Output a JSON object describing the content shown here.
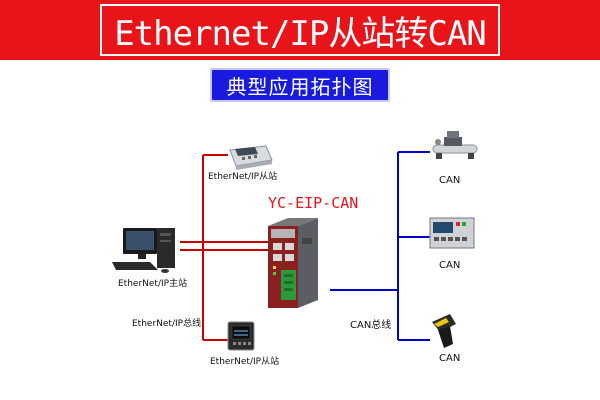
{
  "header": {
    "title": "Ethernet/IP从站转CAN"
  },
  "subtitle": "典型应用拓扑图",
  "device": {
    "name": "YC-EIP-CAN"
  },
  "left_nodes": {
    "slave_top": "EtherNet/IP从站",
    "master": "EtherNet/IP主站",
    "bus": "EtherNet/IP总线",
    "slave_bottom": "EtherNet/IP从站"
  },
  "right_nodes": {
    "can_top": "CAN",
    "can_middle": "CAN",
    "can_bottom": "CAN",
    "bus": "CAN总线"
  },
  "colors": {
    "banner": "#e8141a",
    "subtitle_bg": "#1a1adf",
    "ethernet_line": "#cc0000",
    "can_line": "#0000cc"
  }
}
